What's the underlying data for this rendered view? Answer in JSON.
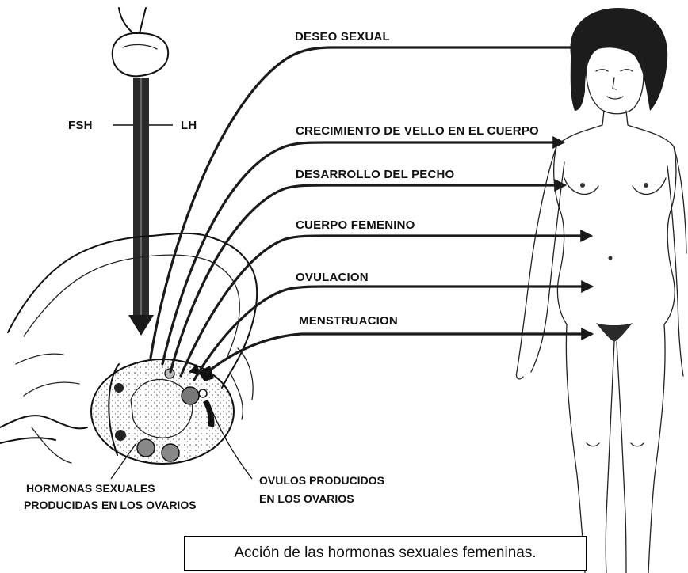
{
  "labels": {
    "fsh": "FSH",
    "lh": "LH",
    "deseo": "DESEO SEXUAL",
    "vello": "CRECIMIENTO DE VELLO EN EL CUERPO",
    "pecho": "DESARROLLO DEL PECHO",
    "cuerpo": "CUERPO FEMENINO",
    "ovulacion": "OVULACION",
    "menstruacion": "MENSTRUACION",
    "hormonas_line1": "HORMONAS SEXUALES",
    "hormonas_line2": "PRODUCIDAS EN LOS OVARIOS",
    "ovulos_line1": "OVULOS PRODUCIDOS",
    "ovulos_line2": "EN LOS OVARIOS"
  },
  "caption": "Acción de las hormonas sexuales femeninas."
}
